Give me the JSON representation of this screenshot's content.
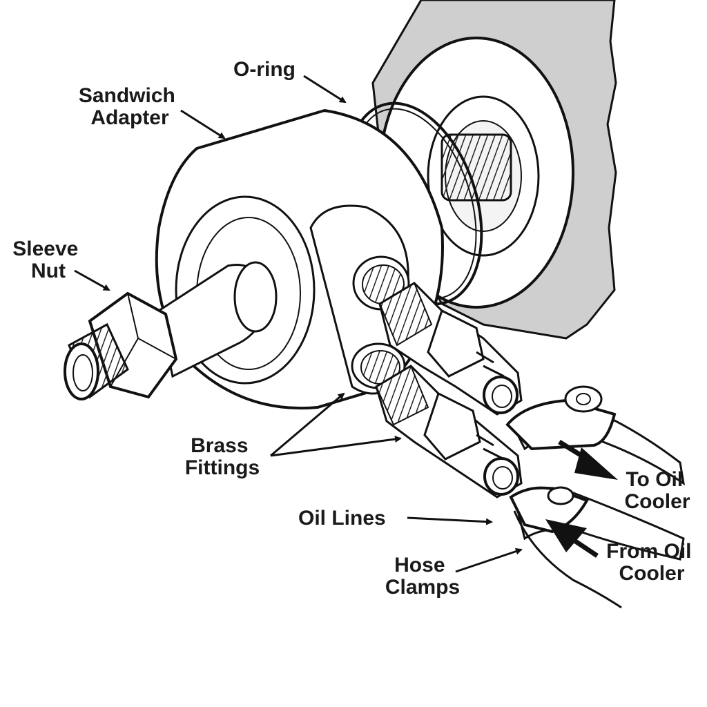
{
  "labels": {
    "o_ring": "O-ring",
    "sandwich_adapter": [
      "Sandwich",
      "Adapter"
    ],
    "sleeve_nut": [
      "Sleeve",
      "Nut"
    ],
    "brass_fittings": [
      "Brass",
      "Fittings"
    ],
    "oil_lines": "Oil Lines",
    "hose_clamps": [
      "Hose",
      "Clamps"
    ],
    "to_oil_cooler": [
      "To Oil",
      "Cooler"
    ],
    "from_oil_cooler": [
      "From Oil",
      "Cooler"
    ]
  },
  "colors": {
    "line": "#111111",
    "engine_block": "#cfcfcf",
    "part_fill": "#ffffff"
  }
}
